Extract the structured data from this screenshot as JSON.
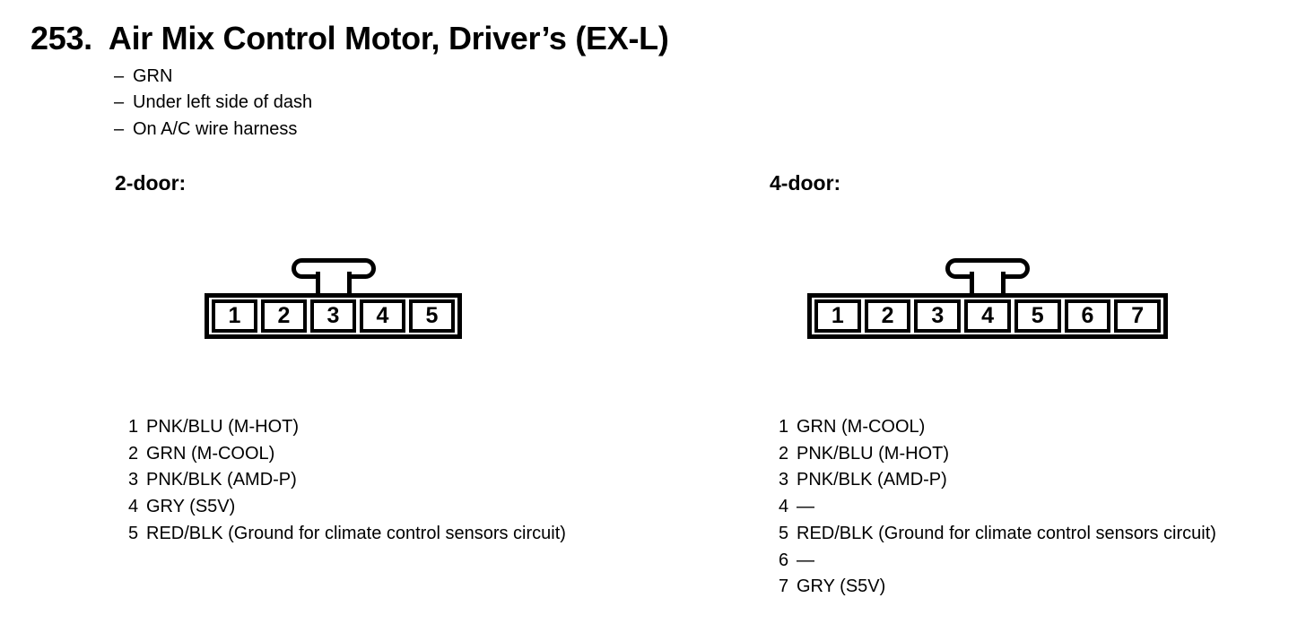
{
  "header": {
    "number": "253.",
    "title": "Air Mix Control Motor, Driver’s (EX-L)"
  },
  "notes": {
    "dash": "–",
    "items": [
      "GRN",
      "Under left side of dash",
      "On A/C wire harness"
    ]
  },
  "variants": [
    {
      "id": "2-door",
      "label": "2-door:",
      "connector": {
        "cells": [
          "1",
          "2",
          "3",
          "4",
          "5"
        ],
        "latch_over_pin": "3"
      },
      "pins": [
        {
          "pin": "1",
          "label": "PNK/BLU (M-HOT)"
        },
        {
          "pin": "2",
          "label": "GRN (M-COOL)"
        },
        {
          "pin": "3",
          "label": "PNK/BLK (AMD-P)"
        },
        {
          "pin": "4",
          "label": "GRY (S5V)"
        },
        {
          "pin": "5",
          "label": "RED/BLK (Ground for climate control sensors circuit)"
        }
      ]
    },
    {
      "id": "4-door",
      "label": "4-door:",
      "connector": {
        "cells": [
          "1",
          "2",
          "3",
          "4",
          "5",
          "6",
          "7"
        ],
        "latch_over_pin": "4"
      },
      "pins": [
        {
          "pin": "1",
          "label": "GRN (M-COOL)"
        },
        {
          "pin": "2",
          "label": "PNK/BLU (M-HOT)"
        },
        {
          "pin": "3",
          "label": "PNK/BLK (AMD-P)"
        },
        {
          "pin": "4",
          "label": "—"
        },
        {
          "pin": "5",
          "label": "RED/BLK (Ground for climate control sensors circuit)"
        },
        {
          "pin": "6",
          "label": "—"
        },
        {
          "pin": "7",
          "label": "GRY (S5V)"
        }
      ]
    }
  ],
  "colors": {
    "ink": "#000000",
    "paper": "#ffffff"
  }
}
